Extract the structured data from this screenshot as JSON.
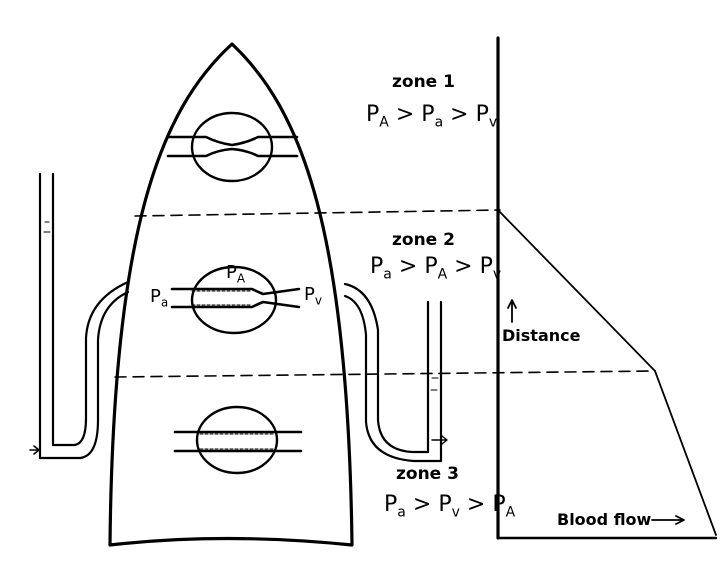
{
  "zones": [
    {
      "label": "zone 1",
      "relation": {
        "p1": "P",
        "s1": "A",
        "op1": ">",
        "p2": "P",
        "s2": "a",
        "op2": ">",
        "p3": "P",
        "s3": "v"
      }
    },
    {
      "label": "zone 2",
      "relation": {
        "p1": "P",
        "s1": "a",
        "op1": ">",
        "p2": "P",
        "s2": "A",
        "op2": ">",
        "p3": "P",
        "s3": "v"
      }
    },
    {
      "label": "zone 3",
      "relation": {
        "p1": "P",
        "s1": "a",
        "op1": ">",
        "p2": "P",
        "s2": "v",
        "op2": ">",
        "p3": "P",
        "s3": "A"
      }
    }
  ],
  "vessel_labels": {
    "arterial": {
      "p": "P",
      "s": "a"
    },
    "alveolar": {
      "p": "P",
      "s": "A"
    },
    "venous": {
      "p": "P",
      "s": "v"
    }
  },
  "graph": {
    "ylabel": "Distance",
    "xlabel": "Blood flow"
  }
}
